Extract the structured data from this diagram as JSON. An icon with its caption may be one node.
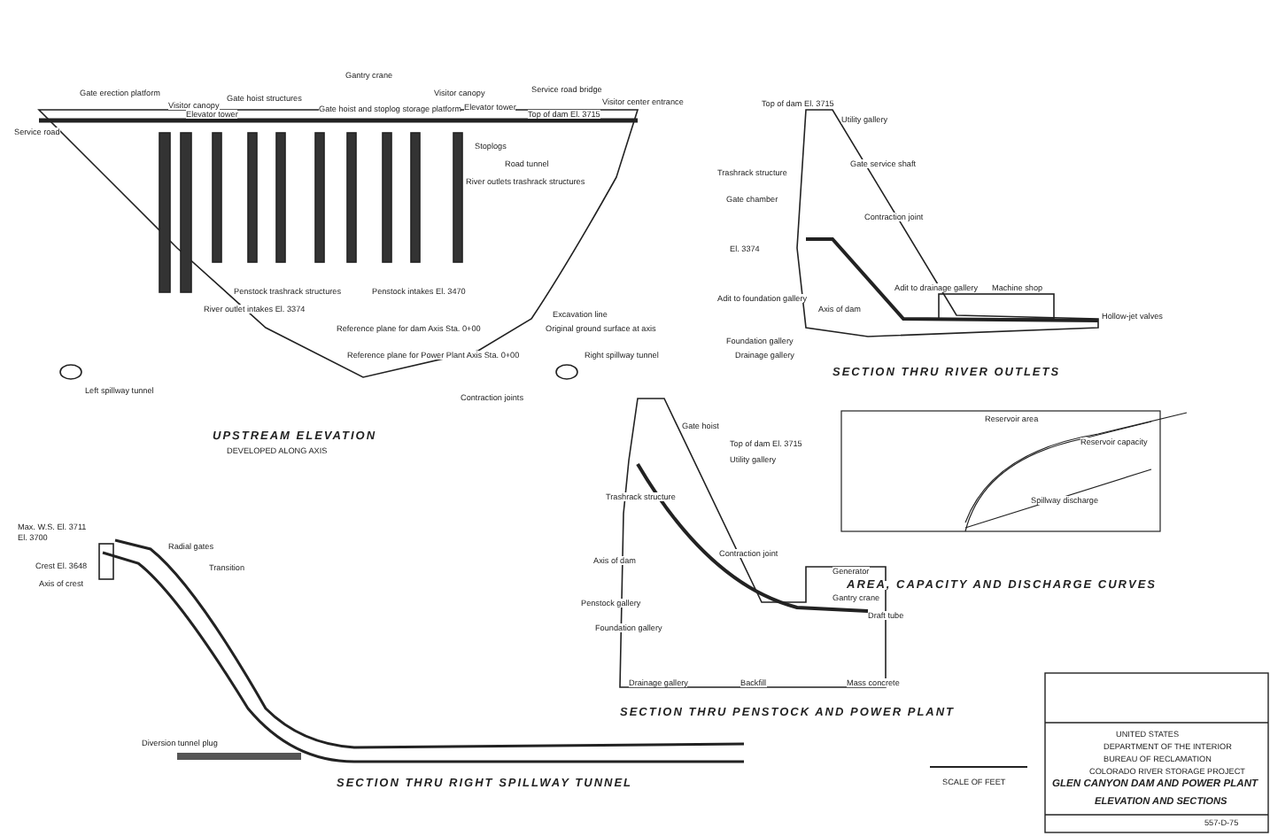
{
  "diagram": {
    "title": "GLEN CANYON DAM AND POWER PLANT",
    "caption": "ELEVATION AND SECTIONS",
    "labels": [
      "Gate erection platform",
      "Visitor canopy",
      "Gate hoist structures",
      "Gantry crane",
      "Gate hoist and stoplog storage platform",
      "Visitor canopy",
      "Elevator tower",
      "Top of dam El. 3715",
      "Service road bridge",
      "Visitor center entrance",
      "Elevator tower",
      "Service road",
      "Stoplogs",
      "Road tunnel",
      "River outlets trashrack structures",
      "Penstock trashrack structures",
      "River outlet intakes El. 3374",
      "Penstock intakes El. 3470",
      "Reference plane for dam Axis Sta. 0+00",
      "Reference plane for Power Plant Axis Sta. 0+00",
      "Excavation line",
      "Original ground surface at axis",
      "Right spillway tunnel",
      "Left spillway tunnel",
      "Contraction joints",
      "UPSTREAM ELEVATION",
      "DEVELOPED ALONG AXIS",
      "Top of dam El. 3715",
      "Utility gallery",
      "Gate service shaft",
      "Trashrack structure",
      "Gate chamber",
      "El. 3374",
      "Contraction joint",
      "Axis of dam",
      "Adit to foundation gallery",
      "Foundation gallery",
      "Drainage gallery",
      "Adit to drainage gallery",
      "Machine shop",
      "Hollow-jet valves",
      "SECTION THRU RIVER OUTLETS",
      "Gate hoist",
      "Top of dam El. 3715",
      "Utility gallery",
      "Trashrack structure",
      "Contraction joint",
      "Axis of dam",
      "Penstock gallery",
      "Foundation gallery",
      "Drainage gallery",
      "Backfill",
      "Generator",
      "Gantry crane",
      "Draft tube",
      "Mass concrete",
      "SECTION THRU PENSTOCK AND POWER PLANT",
      "Max. W.S. El. 3711",
      "El. 3700",
      "Crest El. 3648",
      "Axis of crest",
      "Radial gates",
      "Transition",
      "Diversion tunnel plug",
      "SECTION THRU RIGHT SPILLWAY TUNNEL",
      "Reservoir area",
      "Reservoir capacity",
      "Spillway discharge",
      "AREA, CAPACITY AND DISCHARGE CURVES",
      "SCALE OF FEET",
      "UNITED STATES",
      "DEPARTMENT OF THE INTERIOR",
      "BUREAU OF RECLAMATION",
      "COLORADO RIVER STORAGE PROJECT",
      "557-D-75"
    ]
  }
}
